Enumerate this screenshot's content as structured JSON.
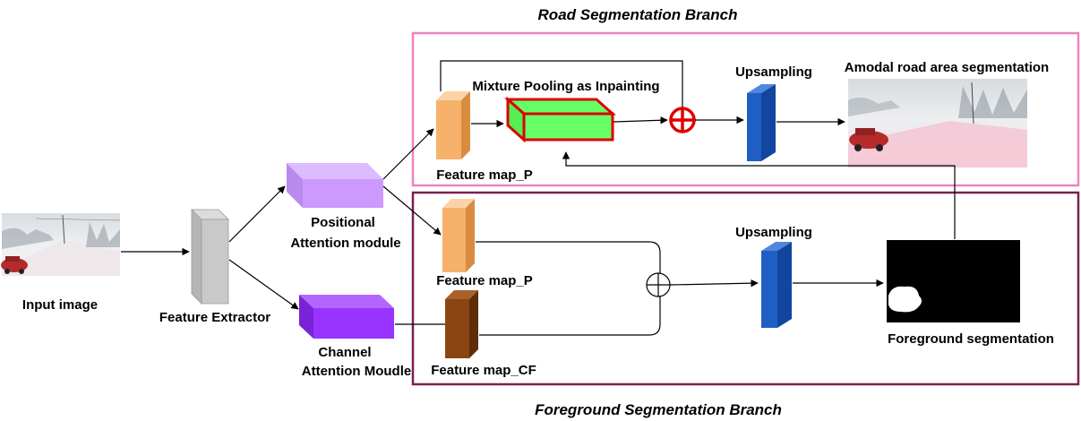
{
  "titles": {
    "road_branch": "Road Segmentation Branch",
    "foreground_branch": "Foreground Segmentation Branch"
  },
  "labels": {
    "input_image": "Input image",
    "feature_extractor": "Feature Extractor",
    "positional_attention_line1": "Positional",
    "positional_attention_line2": "Attention module",
    "channel_attention_line1": "Channel",
    "channel_attention_line2": "Attention Moudle",
    "mixture_pooling": "Mixture Pooling as Inpainting",
    "upsampling_road": "Upsampling",
    "upsampling_fg": "Upsampling",
    "amodal_road": "Amodal road area segmentation",
    "feature_map_p_road": "Feature map_P",
    "feature_map_p_fg": "Feature map_P",
    "feature_map_cf": "Feature map_CF",
    "foreground_segmentation": "Foreground segmentation"
  },
  "colors": {
    "road_branch_border": "#ee82c3",
    "foreground_branch_border": "#7b1f4e",
    "feature_map_p": "#f6b26b",
    "feature_map_cf": "#8b4513",
    "positional_attention": "#cc99ff",
    "channel_attention": "#9933ff",
    "mixture_pooling_fill": "#66ff66",
    "mixture_pooling_border": "#dd0000",
    "upsampling": "#1f5fc4",
    "feature_extractor": "#c9c9c9",
    "sum_road": "#dd0000"
  }
}
